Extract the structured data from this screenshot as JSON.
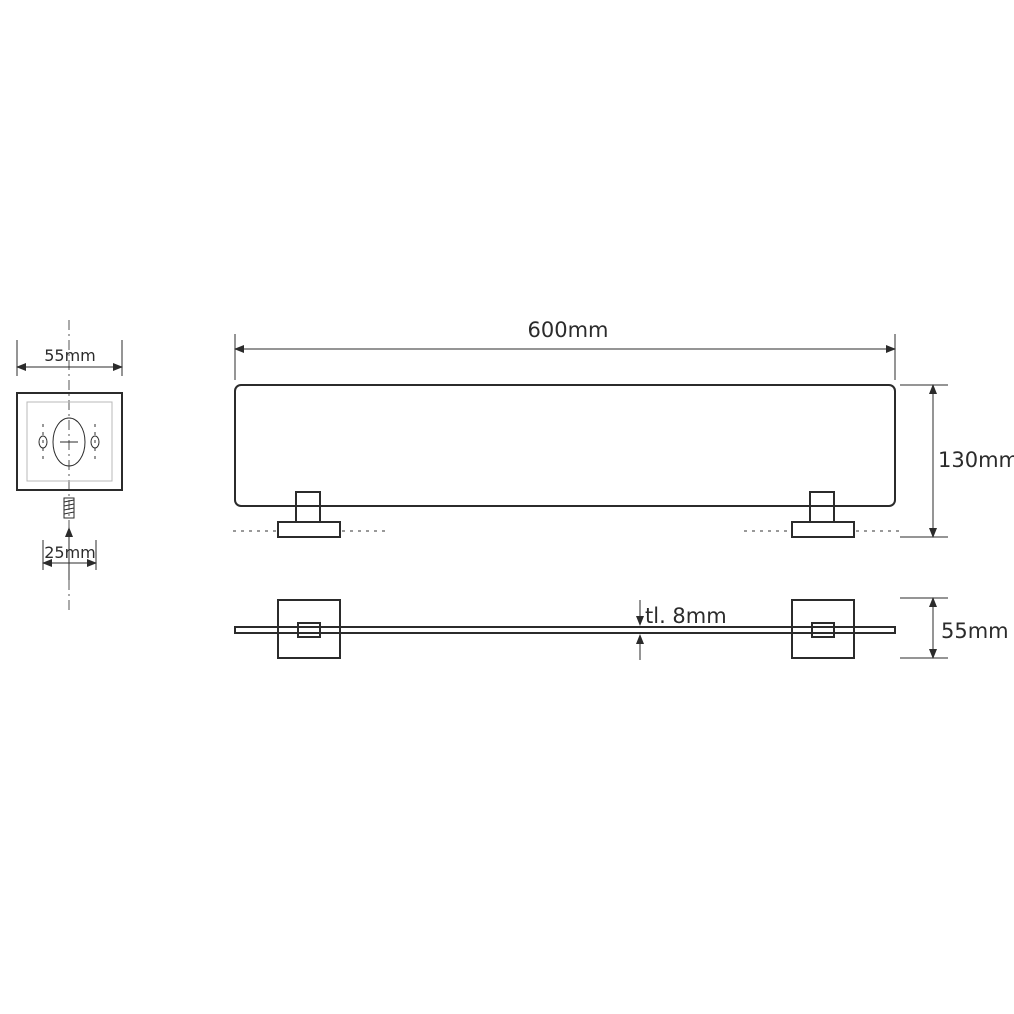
{
  "side_view": {
    "width_label": "55mm",
    "screw_label": "25mm"
  },
  "front_view": {
    "length_label": "600mm",
    "height_label": "130mm"
  },
  "top_view": {
    "thickness_label": "tl. 8mm",
    "depth_label": "55mm"
  },
  "colors": {
    "line": "#2b2b2b",
    "inner_outline": "#b8b8b8",
    "background": "#ffffff"
  }
}
